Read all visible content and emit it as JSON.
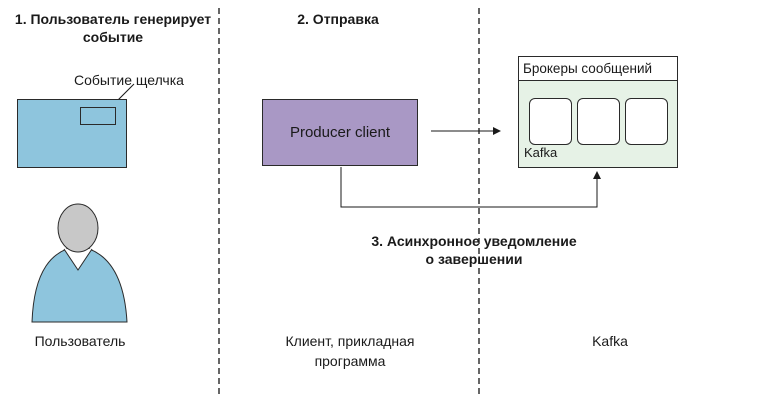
{
  "steps": {
    "step1_line1": "1. Пользователь генерирует",
    "step1_line2": "событие",
    "step2": "2. Отправка",
    "step3_line1": "3. Асинхронное уведомление",
    "step3_line2": "о завершении"
  },
  "user_side": {
    "click_event_label": "Событие щелчка",
    "lane_label": "Пользователь"
  },
  "client_side": {
    "producer_label": "Producer client",
    "lane_label_line1": "Клиент, прикладная",
    "lane_label_line2": "программа"
  },
  "kafka_side": {
    "brokers_title": "Брокеры сообщений",
    "kafka_tag": "Kafka",
    "lane_label": "Kafka",
    "broker_count": 3
  },
  "colors": {
    "producer_fill": "#a998c5",
    "screen_fill": "#8ec5dd",
    "brokers_fill": "#e6f2e6",
    "user_body": "#8ec5dd",
    "user_head": "#c8c8c8"
  }
}
